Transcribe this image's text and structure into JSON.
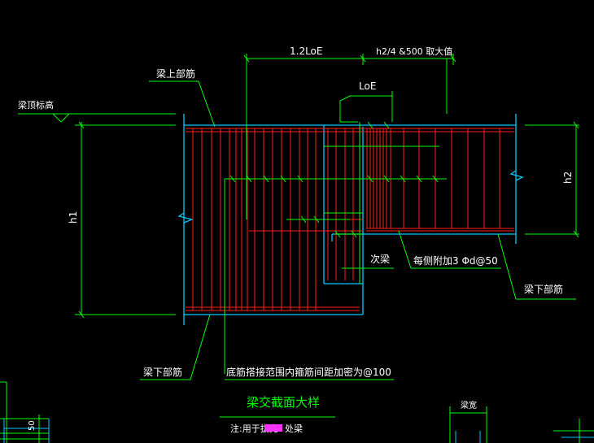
{
  "colors": {
    "background": "#000000",
    "dimension": "#00ff00",
    "beam_outline": "#00c8ff",
    "rebar": "#ff2020",
    "text": "#ffffff",
    "title": "#00ff00",
    "highlight": "#ff33ff"
  },
  "labels": {
    "beam_top_rebar": "梁上部筋",
    "beam_top_elev": "梁顶标高",
    "dim_1_2_loe": "1.2LoE",
    "dim_h2_4": "h2/4 &500 取大值",
    "dim_loe": "LoE",
    "h1": "h1",
    "h2": "h2",
    "secondary_beam": "次梁",
    "side_extra": "每侧附加3 Φd@50",
    "beam_bottom_rebar_right": "梁下部筋",
    "beam_bottom_rebar_left": "梁下部筋",
    "stirrup_note": "底筋搭接范围内箍筋间距加密为@100",
    "title": "梁交截面大样",
    "note_prefix": "注:用于拔充",
    "note_suffix": "处梁",
    "corner_beam_width": "梁宽",
    "corner_dim_50": "50"
  }
}
